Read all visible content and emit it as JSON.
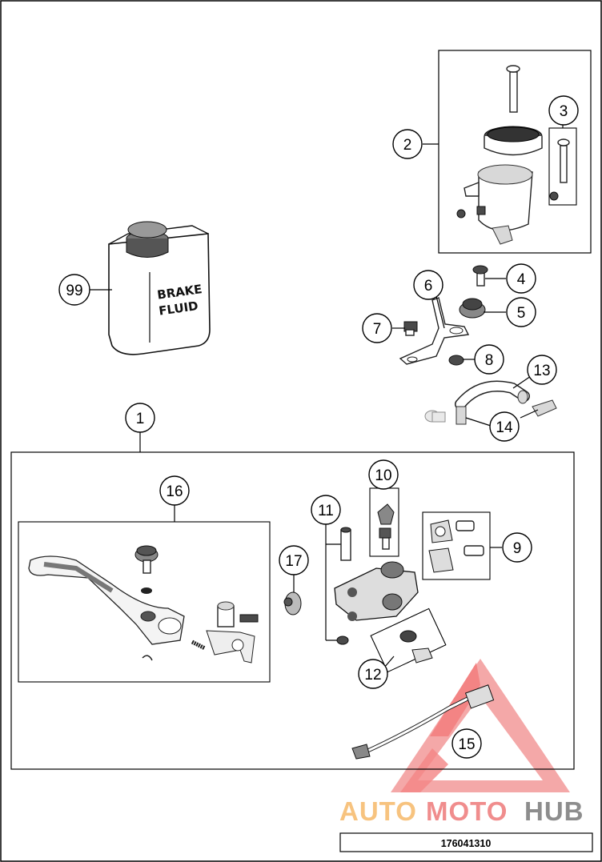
{
  "diagram": {
    "callouts": {
      "c1": "1",
      "c2": "2",
      "c3": "3",
      "c4": "4",
      "c5": "5",
      "c6": "6",
      "c7": "7",
      "c8": "8",
      "c9": "9",
      "c10": "10",
      "c11": "11",
      "c12": "12",
      "c13": "13",
      "c14": "14",
      "c15": "15",
      "c16": "16",
      "c17": "17",
      "c99": "99"
    },
    "brake_fluid_label": {
      "line1": "BRAKE",
      "line2": "FLUID"
    },
    "watermark": {
      "part1": "AUTO",
      "part2": "MOTO",
      "part3": "HUB",
      "colors": {
        "auto": "#f7c37f",
        "moto": "#f08d8d",
        "hub": "#8d8d8d"
      }
    },
    "drawing_number": "176041310"
  }
}
